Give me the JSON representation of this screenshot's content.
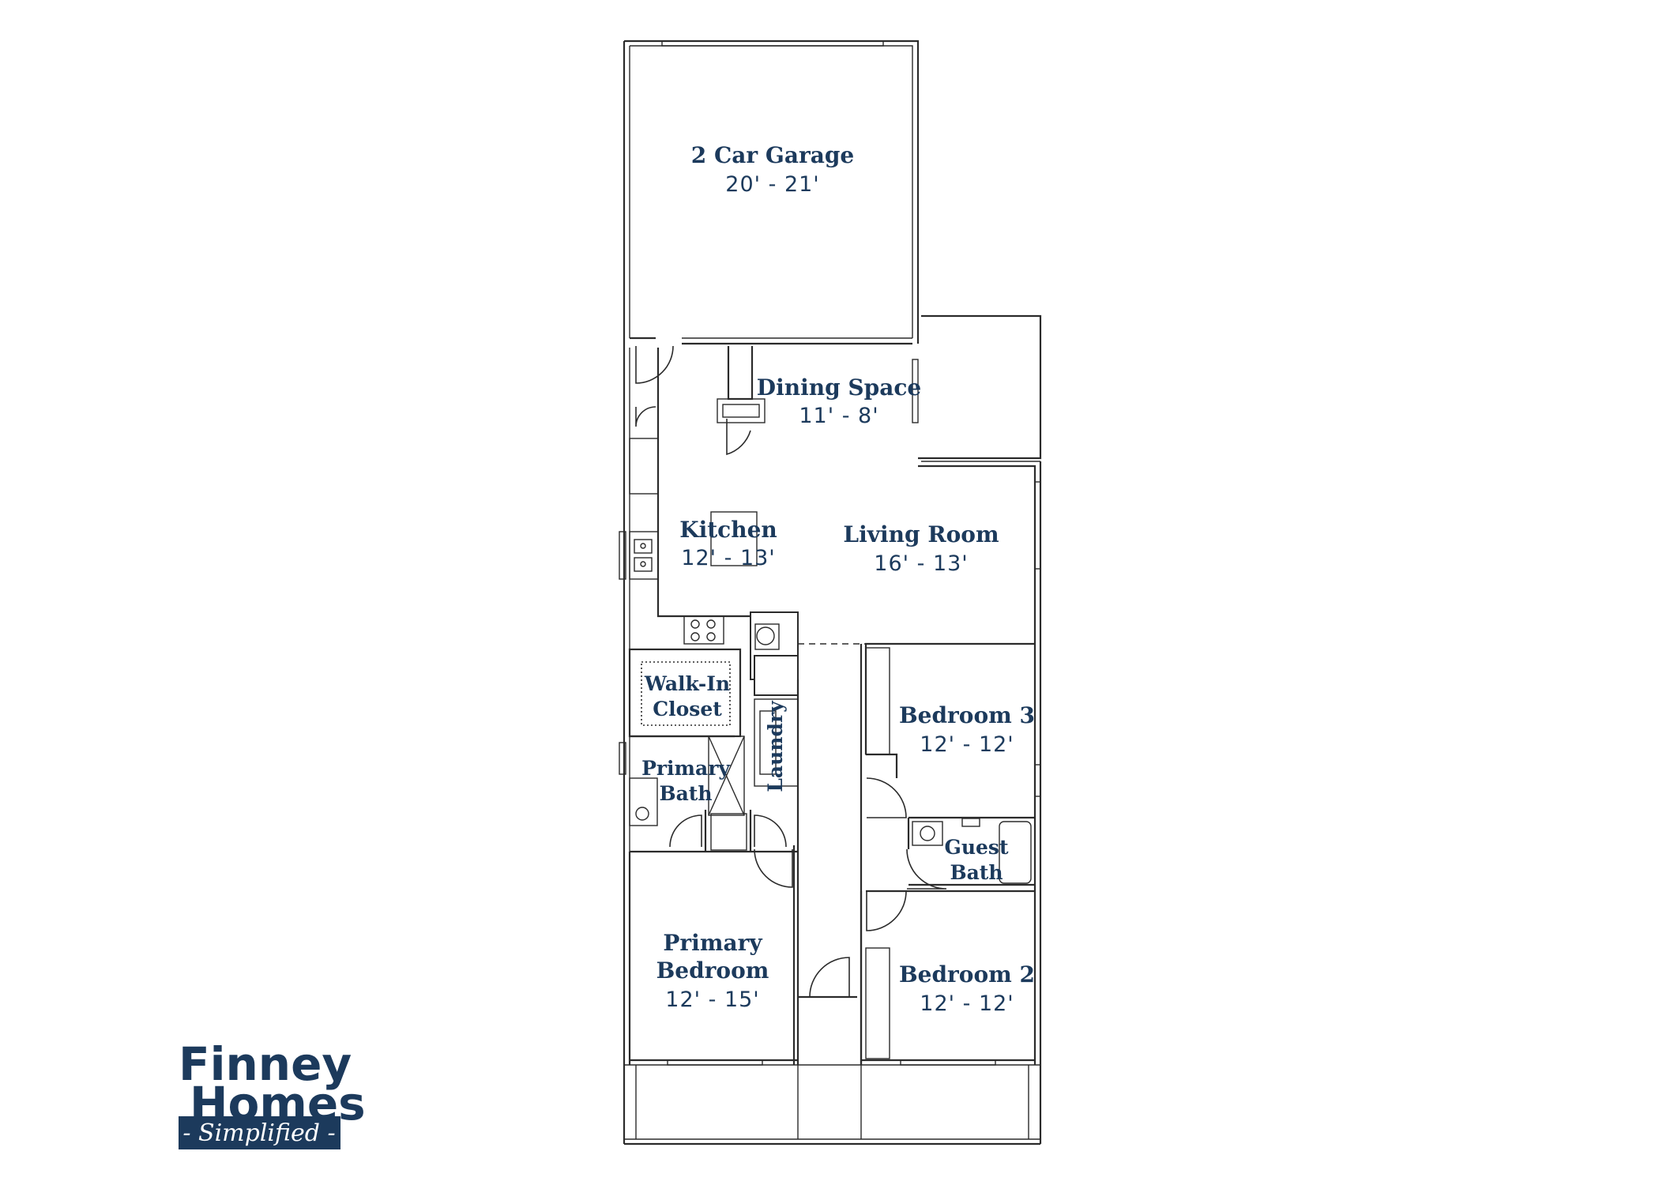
{
  "rooms": {
    "garage": {
      "name": "2 Car Garage",
      "dim": "20' - 21'"
    },
    "dining": {
      "name": "Dining Space",
      "dim": "11' - 8'"
    },
    "kitchen": {
      "name": "Kitchen",
      "dim": "12' - 13'"
    },
    "living": {
      "name": "Living Room",
      "dim": "16' - 13'"
    },
    "walkin": {
      "line1": "Walk-In",
      "line2": "Closet"
    },
    "primary_bath": {
      "line1": "Primary",
      "line2": "Bath"
    },
    "laundry": {
      "name": "Laundry"
    },
    "bedroom3": {
      "name": "Bedroom 3",
      "dim": "12' - 12'"
    },
    "guest_bath": {
      "line1": "Guest",
      "line2": "Bath"
    },
    "primary_bedroom": {
      "line1": "Primary",
      "line2": "Bedroom",
      "dim": "12' - 15'"
    },
    "bedroom2": {
      "name": "Bedroom 2",
      "dim": "12' - 12'"
    }
  },
  "logo": {
    "line1": "Finney",
    "line2": "Homes",
    "tagline": "- Simplified -",
    "color": "#1c3a5c"
  },
  "colors": {
    "label": "#1c3a5c",
    "wall": "#2b2b2b"
  }
}
